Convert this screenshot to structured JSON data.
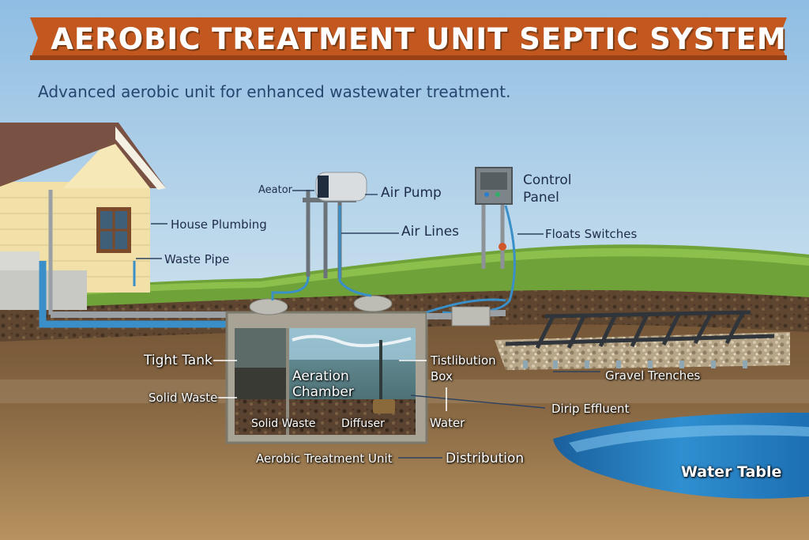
{
  "title": "AEROBIC TREATMENT UNIT SEPTIC SYSTEM",
  "subtitle": "Advanced aerobic unit for enhanced wastewater treatment.",
  "labels": {
    "aerator": "Aeator",
    "air_pump": "Air Pump",
    "air_lines": "Air Lines",
    "control_panel_1": "Control",
    "control_panel_2": "Panel",
    "float_switches": "Floats Switches",
    "house_plumbing": "House Plumbing",
    "waste_pipe": "Waste Pipe",
    "tight_tank": "Tight Tank",
    "solid_waste_side": "Solid Waste",
    "aeration_chamber_1": "Aeration",
    "aeration_chamber_2": "Chamber",
    "distribution_box_1": "Tistlibution",
    "distribution_box_2": "Box",
    "gravel_trenches": "Gravel Trenches",
    "drip_effluent": "Dirip Effluent",
    "water": "Water",
    "solid_waste_bottom": "Solid Waste",
    "diffuser": "Diffuser",
    "aerobic_treatment_unit": "Aerobic Treatment Unit",
    "distribution": "Distribution",
    "water_table": "Water Table"
  },
  "colors": {
    "banner": "#c2581f",
    "sky_top": "#8fbde3",
    "grass": "#6fa33a",
    "soil": "#8a6a45",
    "pipe": "#3a8fc9",
    "water_table": "#1f7fc4"
  }
}
